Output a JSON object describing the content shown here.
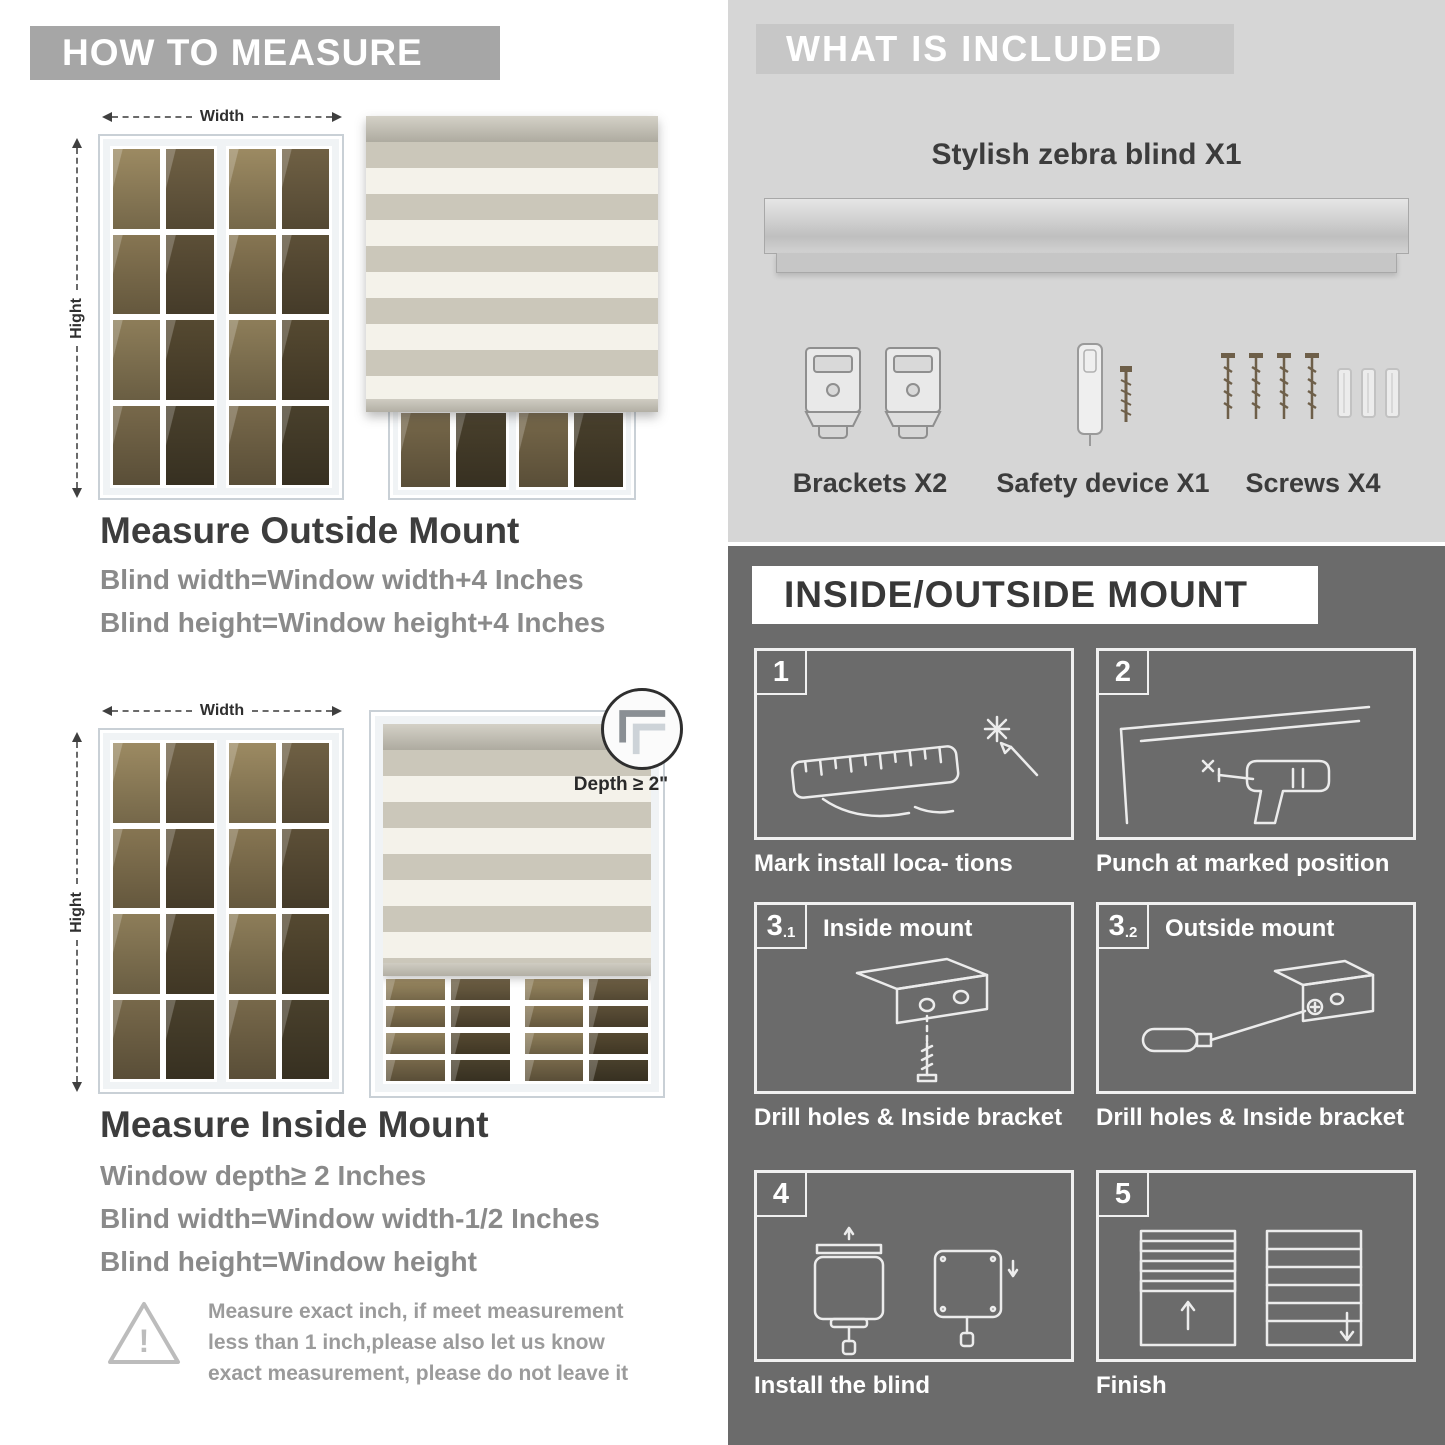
{
  "colors": {
    "header_gray": "#a6a6a6",
    "included_bg": "#d6d6d6",
    "included_bar": "#c7c7c7",
    "mount_bg": "#6b6b6b",
    "text_dark": "#3c3c3c",
    "text_gray": "#8a8a8a"
  },
  "measure": {
    "header": "HOW TO MEASURE",
    "width_label": "Width",
    "height_label": "Hight",
    "outside": {
      "title": "Measure Outside Mount",
      "lines": [
        "Blind width=Window width+4 Inches",
        "Blind height=Window height+4 Inches"
      ]
    },
    "inside": {
      "depth_callout": "Depth ≥ 2\"",
      "title": "Measure Inside Mount",
      "lines": [
        "Window depth≥ 2 Inches",
        "Blind width=Window width-1/2 Inches",
        "Blind height=Window height"
      ]
    },
    "warning": "Measure exact inch, if meet measurement less than 1 inch,please also let us know exact measurement, please do not leave it"
  },
  "included": {
    "header": "WHAT IS INCLUDED",
    "blind_label": "Stylish zebra blind X1",
    "items": [
      {
        "label": "Brackets X2",
        "icon": "brackets-icon"
      },
      {
        "label": "Safety device X1",
        "icon": "safety-device-icon"
      },
      {
        "label": "Screws X4",
        "icon": "screws-icon"
      }
    ]
  },
  "mount": {
    "header": "INSIDE/OUTSIDE MOUNT",
    "steps": [
      {
        "num": "1",
        "sub": "",
        "title": "",
        "caption": "Mark install loca- tions"
      },
      {
        "num": "2",
        "sub": "",
        "title": "",
        "caption": "Punch at  marked position"
      },
      {
        "num": "3",
        "sub": ".1",
        "title": "Inside mount",
        "caption": "Drill holes &  Inside bracket"
      },
      {
        "num": "3",
        "sub": ".2",
        "title": "Outside mount",
        "caption": "Drill holes &  Inside bracket"
      },
      {
        "num": "4",
        "sub": "",
        "title": "",
        "caption": "Install the blind"
      },
      {
        "num": "5",
        "sub": "",
        "title": "",
        "caption": "Finish"
      }
    ]
  }
}
